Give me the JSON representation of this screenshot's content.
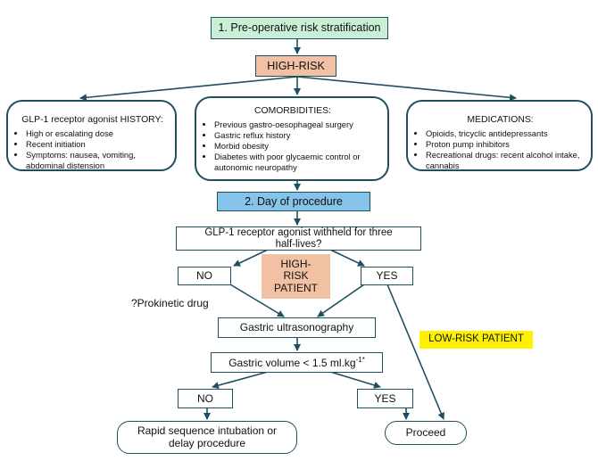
{
  "stage1": {
    "label": "1. Pre-operative risk stratification",
    "color": "#c9efd4"
  },
  "high_risk": {
    "label": "HIGH-RISK",
    "color": "#f2c0a3"
  },
  "history": {
    "heading": "GLP-1 receptor agonist HISTORY:",
    "items": [
      "High or escalating dose",
      "Recent initiation",
      "Symptoms: nausea, vomiting, abdominal distension"
    ]
  },
  "comorbidities": {
    "heading": "COMORBIDITIES:",
    "items": [
      "Previous gastro-oesophageal surgery",
      "Gastric reflux history",
      "Morbid obesity",
      "Diabetes with poor glycaemic control or autonomic neuropathy"
    ]
  },
  "medications": {
    "heading": "MEDICATIONS:",
    "items": [
      "Opioids, tricyclic antidepressants",
      "Proton pump inhibitors",
      "Recreational drugs: recent alcohol intake, cannabis"
    ]
  },
  "stage2": {
    "label": "2. Day of procedure",
    "color": "#86c3e8"
  },
  "withheld": {
    "label": "GLP-1 receptor agonist withheld for three half-lives?"
  },
  "no1": {
    "label": "NO"
  },
  "yes1": {
    "label": "YES"
  },
  "high_risk_patient": {
    "label": "HIGH-RISK PATIENT",
    "color": "#f2c0a3"
  },
  "prokinetic": {
    "label": "?Prokinetic drug"
  },
  "ultrasound": {
    "label": "Gastric ultrasonography"
  },
  "volume": {
    "label": "Gastric volume < 1.5 ml.kg",
    "sup": "-1*"
  },
  "low_risk_patient": {
    "label": "LOW-RISK PATIENT",
    "color": "#fff200"
  },
  "no2": {
    "label": "NO"
  },
  "yes2": {
    "label": "YES"
  },
  "rsi": {
    "label": "Rapid sequence intubation or delay procedure"
  },
  "proceed": {
    "label": "Proceed"
  },
  "colors": {
    "line": "#1f4e5f"
  }
}
